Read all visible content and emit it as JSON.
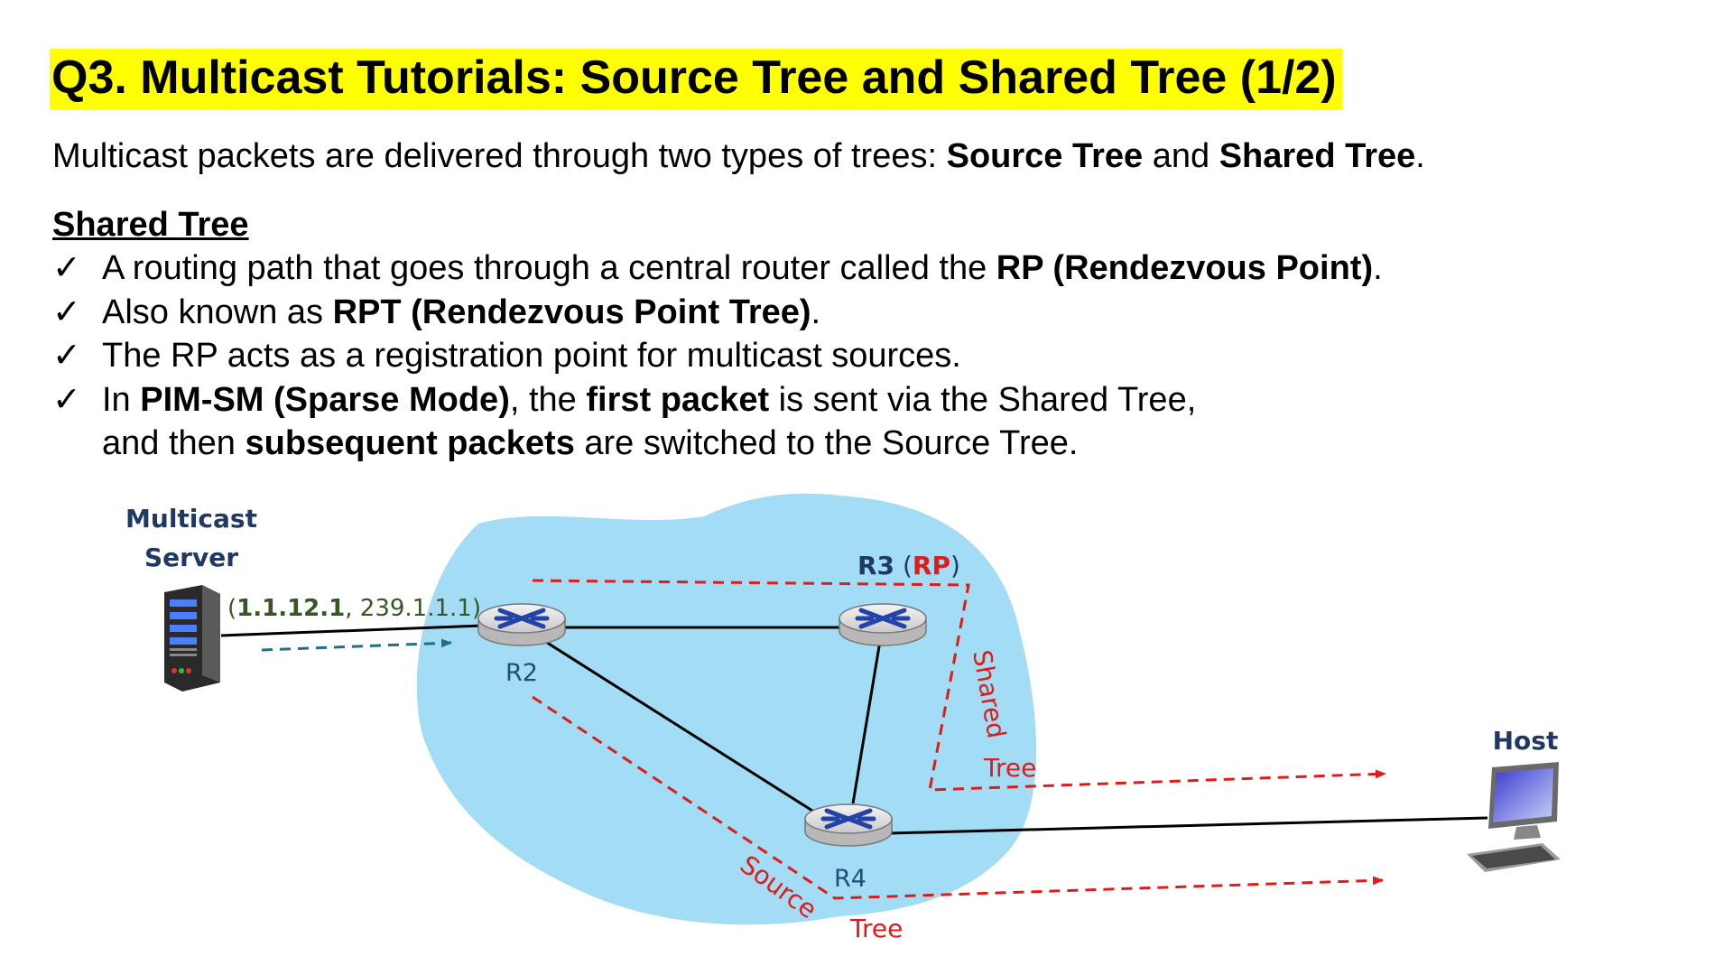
{
  "title": "Q3. Multicast Tutorials: Source Tree and Shared Tree (1/2)",
  "intro": {
    "prefix": "Multicast packets are delivered through two types of trees: ",
    "term1": "Source Tree",
    "middle": " and ",
    "term2": "Shared Tree",
    "suffix": "."
  },
  "section_heading": "Shared Tree",
  "check_glyph": "✓",
  "bullets": [
    {
      "a": "A routing path that goes through a central router called the ",
      "b": "RP (Rendezvous Point)",
      "c": "."
    },
    {
      "a": "Also known as ",
      "b": "RPT (Rendezvous Point Tree)",
      "c": "."
    },
    {
      "a": "The RP acts as a registration point for multicast sources."
    },
    {
      "a": "In ",
      "b": "PIM-SM (Sparse Mode)",
      "c": ", the ",
      "d": "first packet",
      "e": " is sent via the Shared Tree,",
      "f": "and then ",
      "g": "subsequent packets",
      "h": " are switched to the Source Tree."
    }
  ],
  "diagram": {
    "server_label_line1": "Multicast",
    "server_label_line2": "Server",
    "group_address_source": "1.1.12.1",
    "group_address_rest": ", 239.1.1.1",
    "open_paren": "(",
    "close_paren": ")",
    "routers": {
      "r2": "R2",
      "r3": "R3",
      "r3_rp": "RP",
      "r4": "R4"
    },
    "host_label": "Host",
    "shared_label": "Shared",
    "shared_tree_label": "Tree",
    "source_label": "Source",
    "source_tree_label": "Tree",
    "colors": {
      "cloud": "#a3dcf5",
      "label_navy": "#1f3864",
      "router_navy": "#1f4e79",
      "address_green": "#375623",
      "tree_red": "#dd1c1c",
      "arrow_teal": "#1f6f8b",
      "highlight": "#ffff00"
    }
  }
}
